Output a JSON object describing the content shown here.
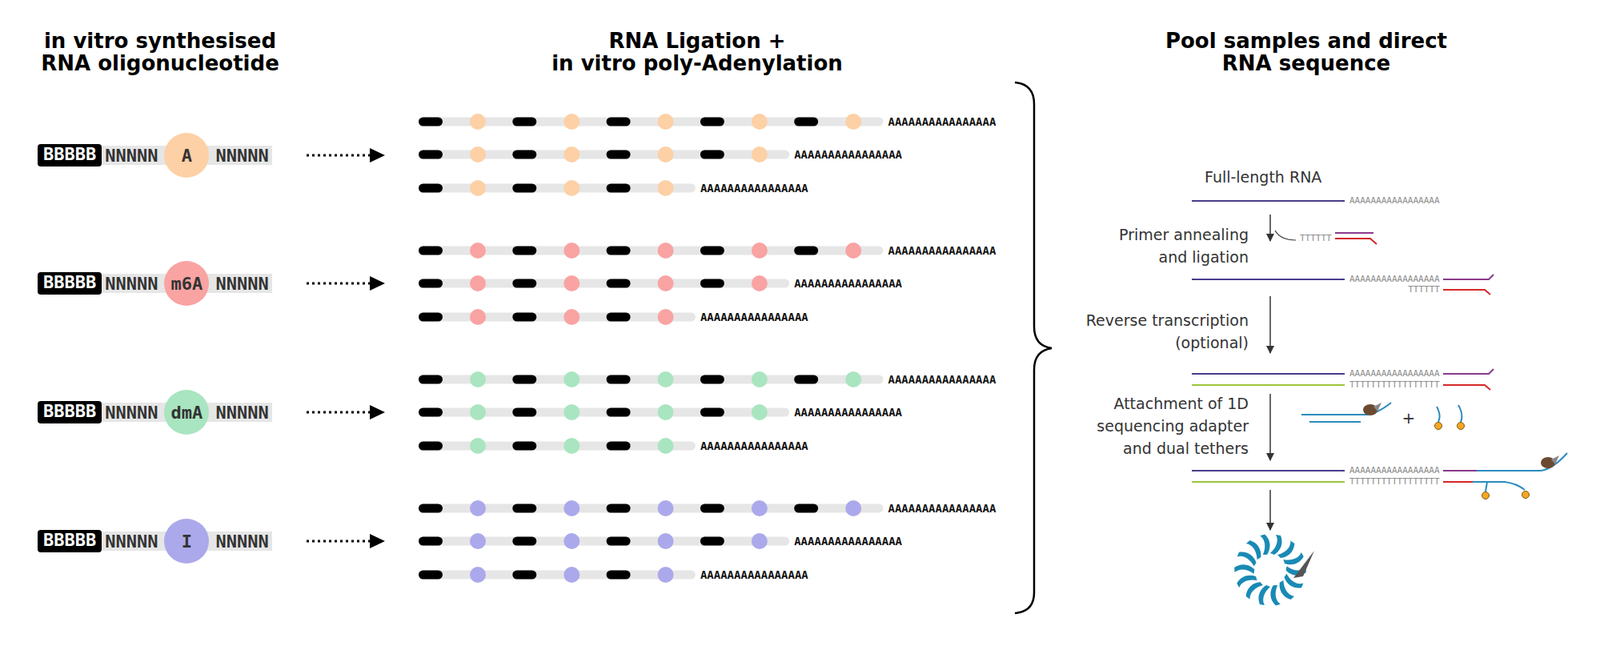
{
  "diagram": {
    "nodes": [
      {
        "text": [
          "BBBBB"
        ]
      },
      {
        "text": [
          "NNNNN"
        ]
      },
      {
        "text": [
          "A"
        ]
      },
      {
        "text": [
          "NNNNN"
        ]
      },
      {
        "text": [
          "BBBBB"
        ]
      },
      {
        "text": [
          "NNNNN"
        ]
      },
      {
        "text": [
          "m6A"
        ]
      },
      {
        "text": [
          "NNNNN"
        ]
      },
      {
        "text": [
          "BBBBB"
        ]
      },
      {
        "text": [
          "NNNNN"
        ]
      },
      {
        "text": [
          "dmA"
        ]
      },
      {
        "text": [
          "NNNNN"
        ]
      },
      {
        "text": [
          "BBBBB"
        ]
      },
      {
        "text": [
          "NNNNN"
        ]
      },
      {
        "text": [
          "I"
        ]
      },
      {
        "text": [
          "NNNNN"
        ]
      }
    ],
    "labels": [
      "in vitro synthesised RNA oligonucleotide",
      "RNA Ligation + in vitro poly-Adenylation",
      "Pool samples and direct RNA sequence",
      "AAAAAAAAAAAAAAAA",
      "AAAAAAAAAAAAAAAA",
      "AAAAAAAAAAAAAAAA",
      "AAAAAAAAAAAAAAAA",
      "AAAAAAAAAAAAAAAA",
      "AAAAAAAAAAAAAAAA",
      "AAAAAAAAAAAAAAAA",
      "AAAAAAAAAAAAAAAA",
      "AAAAAAAAAAAAAAAA",
      "AAAAAAAAAAAAAAAA",
      "AAAAAAAAAAAAAAAA",
      "AAAAAAAAAAAAAAAA",
      "Full-length RNA",
      "AAAAAAAAAAAAAAAAA",
      "Primer annealing and ligation",
      "TTTTTT",
      "AAAAAAAAAAAAAAAAA",
      "TTTTTT",
      "Reverse transcription (optional)",
      "AAAAAAAAAAAAAAAAA",
      "TTTTTTTTTTTTTTTTT",
      "Attachment of 1D sequencing adapter and dual tethers",
      "+",
      "AAAAAAAAAAAAAAAAA",
      "TTTTTTTTTTTTTTTTT"
    ]
  }
}
